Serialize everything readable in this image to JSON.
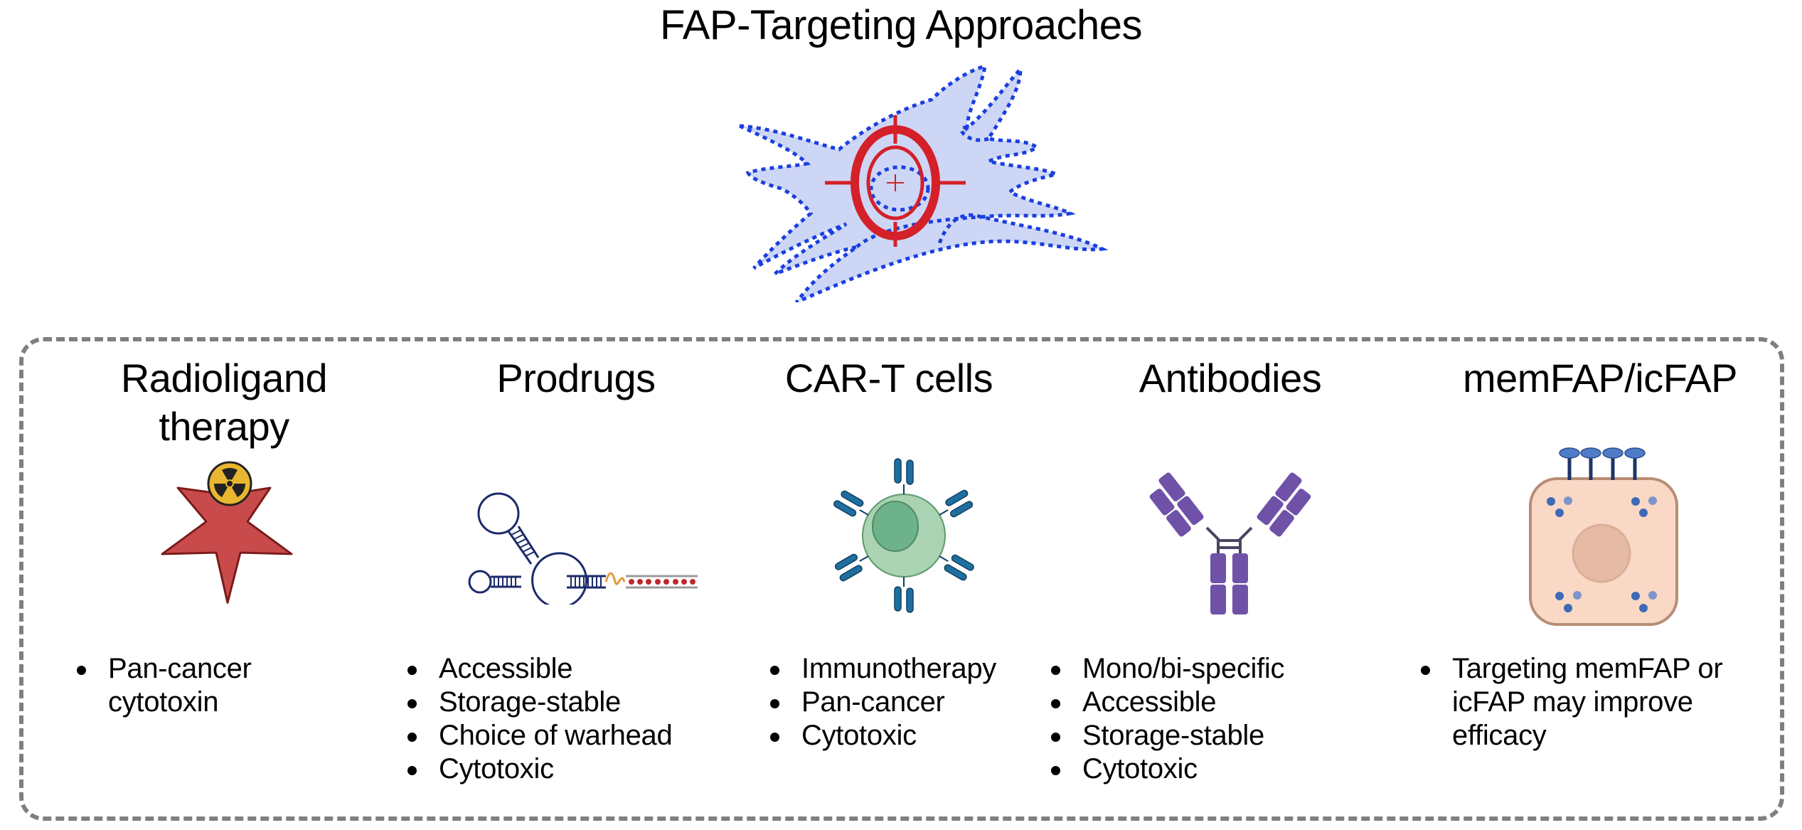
{
  "title": "FAP-Targeting Approaches",
  "hero": {
    "icon": "fibroblast-cell-with-target-crosshair",
    "colors": {
      "cell_fill": "#cdd6f5",
      "cell_outline": "#1a3fe0",
      "target": "#d42028"
    }
  },
  "approaches": [
    {
      "title_lines": [
        "Radioligand",
        "therapy"
      ],
      "icon": "radioligand-star-with-radiation-symbol",
      "bullets": [
        "Pan-cancer cytotoxin"
      ]
    },
    {
      "title_lines": [
        "Prodrugs"
      ],
      "icon": "aptamer-prodrug",
      "bullets": [
        "Accessible",
        "Storage-stable",
        "Choice of warhead",
        "Cytotoxic"
      ]
    },
    {
      "title_lines": [
        "CAR-T cells"
      ],
      "icon": "car-t-cell",
      "bullets": [
        "Immunotherapy",
        "Pan-cancer",
        "Cytotoxic"
      ]
    },
    {
      "title_lines": [
        "Antibodies"
      ],
      "icon": "antibody",
      "bullets": [
        "Mono/bi-specific",
        "Accessible",
        "Storage-stable",
        "Cytotoxic"
      ]
    },
    {
      "title_lines": [
        "memFAP/icFAP"
      ],
      "icon": "cell-with-membrane-and-intracellular-fap",
      "bullets": [
        "Targeting memFAP or icFAP may improve efficacy"
      ]
    }
  ],
  "colors": {
    "frame_border": "#7f7f7f",
    "star": "#c84a4a",
    "radiation": "#e8b630",
    "aptamer": "#1c2a6b",
    "linker": "#e09a3a",
    "payload": "#c0272d",
    "car_t_cell": "#a9d3b2",
    "car_t_nucleus": "#6db28a",
    "car_receptor": "#1f6f9e",
    "antibody": "#6f52a8",
    "memfap_cell": "#f9d9c6",
    "memfap_border": "#b98d75",
    "fap_protein": "#3f6ab5"
  }
}
